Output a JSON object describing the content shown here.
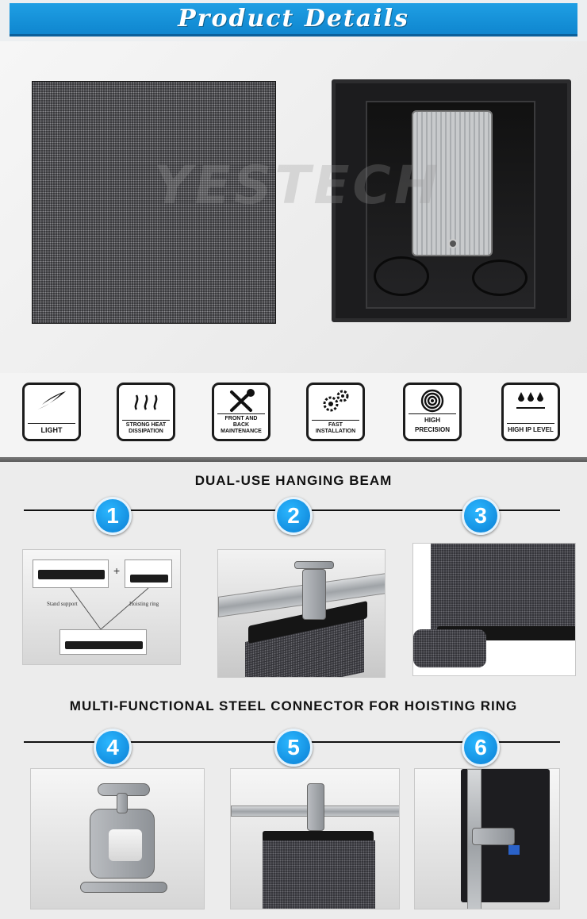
{
  "header": {
    "title": "Product Details"
  },
  "hero": {
    "watermark": "YESTECH"
  },
  "features": [
    {
      "label": "LIGHT",
      "icon": "feather-icon"
    },
    {
      "label": "STRONG HEAT DISSIPATION",
      "icon": "heat-icon"
    },
    {
      "label": "FRONT AND BACK MAINTENANCE",
      "icon": "tools-icon"
    },
    {
      "label": "FAST INSTALLATION",
      "icon": "gears-icon"
    },
    {
      "label": "HIGH PRECISION",
      "icon": "target-icon"
    },
    {
      "label": "HIGH IP LEVEL",
      "icon": "drops-icon"
    }
  ],
  "section1": {
    "title": "DUAL-USE HANGING BEAM",
    "steps": [
      "1",
      "2",
      "3"
    ]
  },
  "step1_photo": {
    "stand_label": "Stand support",
    "hoisting_label": "Hoisting ring",
    "plus": "+"
  },
  "section2": {
    "title": "MULTI-FUNCTIONAL STEEL CONNECTOR FOR HOISTING RING",
    "steps": [
      "4",
      "5",
      "6"
    ]
  },
  "colors": {
    "accent": "#1296dc",
    "badge": "#0b8ad8",
    "text": "#111111"
  }
}
